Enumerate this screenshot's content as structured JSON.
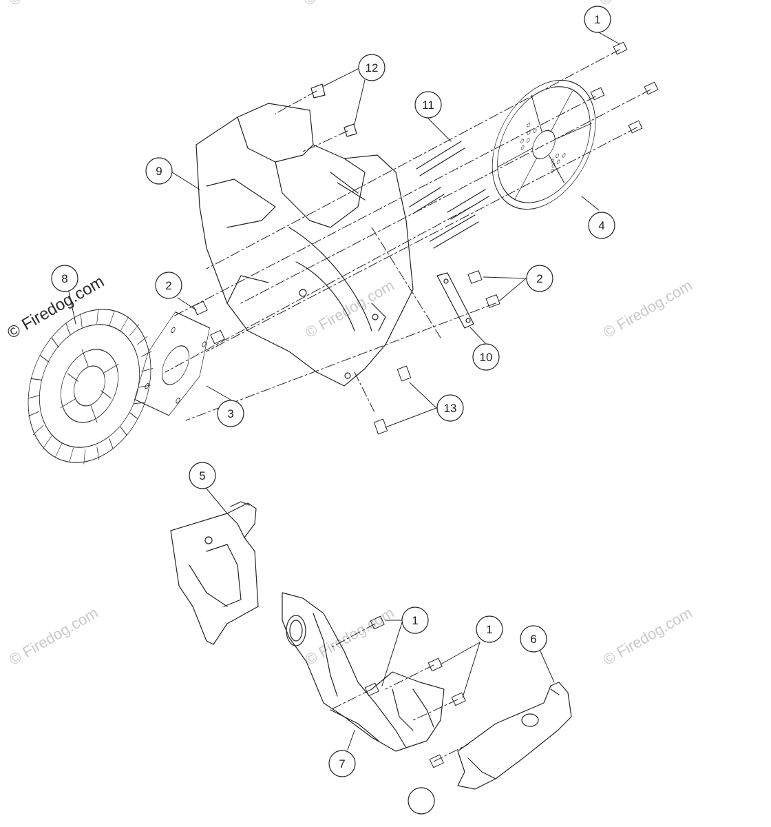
{
  "watermark": {
    "brand": "© Firedog.com",
    "marks": [
      "© Firedog.com",
      "© Firedog.com",
      "© Firedog.com",
      "© Firedog.com",
      "© Firedog.com",
      "© Firedog.com",
      "© Firedog.com",
      "© Firedog.com",
      "© Firedog.com",
      "© Firedog.com"
    ]
  },
  "callouts": [
    {
      "id": "c1a",
      "label": "1"
    },
    {
      "id": "c12",
      "label": "12"
    },
    {
      "id": "c11",
      "label": "11"
    },
    {
      "id": "c9",
      "label": "9"
    },
    {
      "id": "c4",
      "label": "4"
    },
    {
      "id": "c8",
      "label": "8"
    },
    {
      "id": "c2a",
      "label": "2"
    },
    {
      "id": "c2b",
      "label": "2"
    },
    {
      "id": "c10",
      "label": "10"
    },
    {
      "id": "c3",
      "label": "3"
    },
    {
      "id": "c13",
      "label": "13"
    },
    {
      "id": "c5",
      "label": "5"
    },
    {
      "id": "c1b",
      "label": "1"
    },
    {
      "id": "c1c",
      "label": "1"
    },
    {
      "id": "c6",
      "label": "6"
    },
    {
      "id": "c7",
      "label": "7"
    },
    {
      "id": "cBottom",
      "label": ""
    }
  ]
}
